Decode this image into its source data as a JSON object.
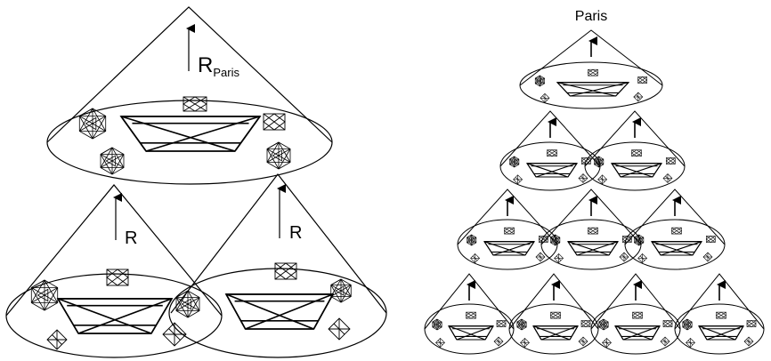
{
  "left_diagram": {
    "top_label": "R",
    "top_label_subscript": "Paris",
    "left_cone_label": "R",
    "right_cone_label": "R"
  },
  "right_diagram": {
    "title": "Paris"
  },
  "colors": {
    "stroke": "#000000",
    "background": "#ffffff"
  },
  "icons": [
    "up-arrow-icon",
    "complete-graph-icon",
    "icosahedron-icon",
    "octahedron-icon"
  ]
}
